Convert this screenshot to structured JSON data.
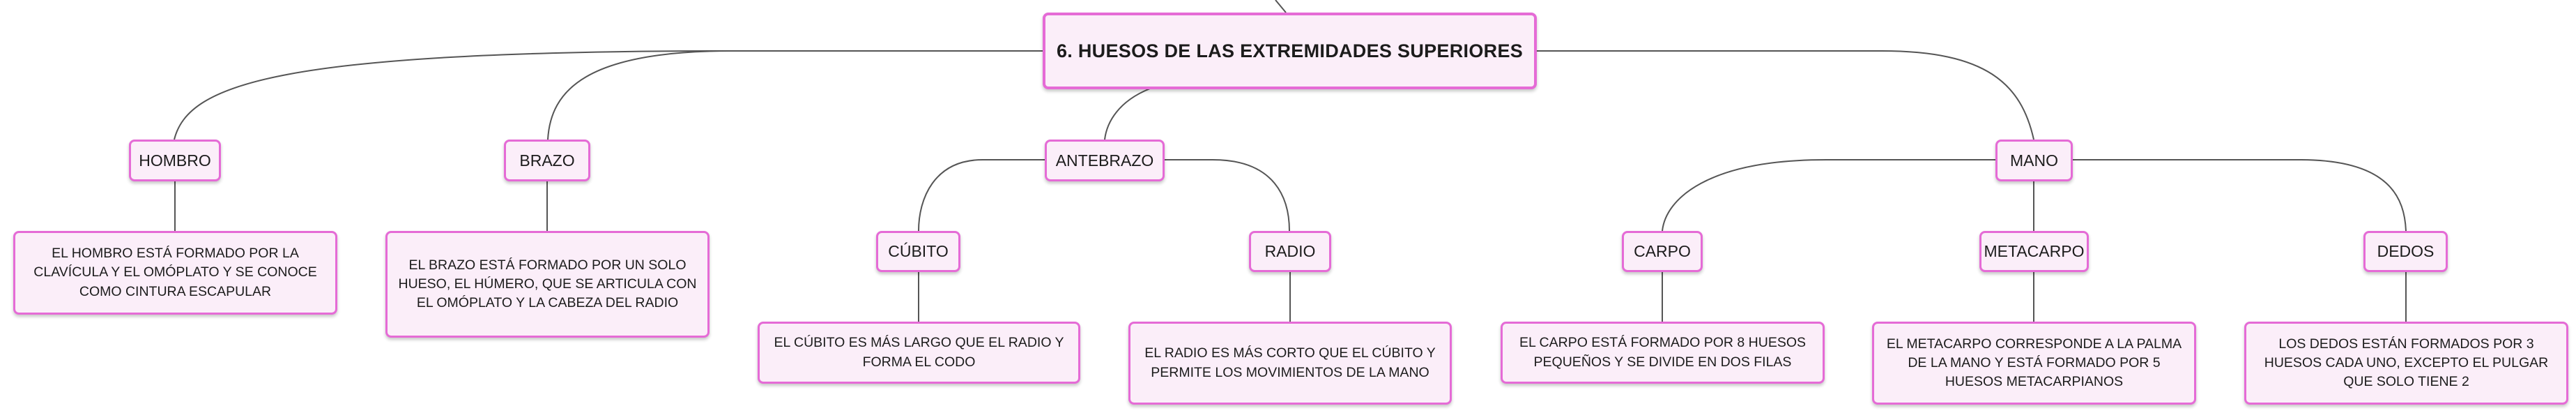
{
  "colors": {
    "node_fill": "#fbeef9",
    "node_border": "#e56bd6",
    "connector": "#555555"
  },
  "root": {
    "label": "6. HUESOS DE LAS EXTREMIDADES SUPERIORES"
  },
  "branches": [
    {
      "label": "HOMBRO",
      "description": "EL HOMBRO ESTÁ FORMADO POR LA CLAVÍCULA Y EL OMÓPLATO Y SE CONOCE COMO CINTURA ESCAPULAR"
    },
    {
      "label": "BRAZO",
      "description": "EL BRAZO ESTÁ FORMADO POR UN SOLO HUESO, EL HÚMERO, QUE SE ARTICULA CON EL OMÓPLATO Y LA CABEZA DEL RADIO"
    },
    {
      "label": "ANTEBRAZO",
      "children": [
        {
          "label": "CÚBITO",
          "description": "EL CÚBITO ES MÁS LARGO QUE EL RADIO Y FORMA EL CODO"
        },
        {
          "label": "RADIO",
          "description": "EL RADIO ES MÁS CORTO QUE EL CÚBITO Y PERMITE LOS MOVIMIENTOS DE LA MANO"
        }
      ]
    },
    {
      "label": "MANO",
      "children": [
        {
          "label": "CARPO",
          "description": "EL CARPO ESTÁ FORMADO POR 8 HUESOS PEQUEÑOS Y SE DIVIDE EN DOS FILAS"
        },
        {
          "label": "METACARPO",
          "description": "EL METACARPO CORRESPONDE A LA PALMA DE LA MANO Y ESTÁ FORMADO POR 5 HUESOS METACARPIANOS"
        },
        {
          "label": "DEDOS",
          "description": "LOS DEDOS ESTÁN FORMADOS POR 3 HUESOS CADA UNO, EXCEPTO EL PULGAR QUE SOLO TIENE 2"
        }
      ]
    }
  ]
}
